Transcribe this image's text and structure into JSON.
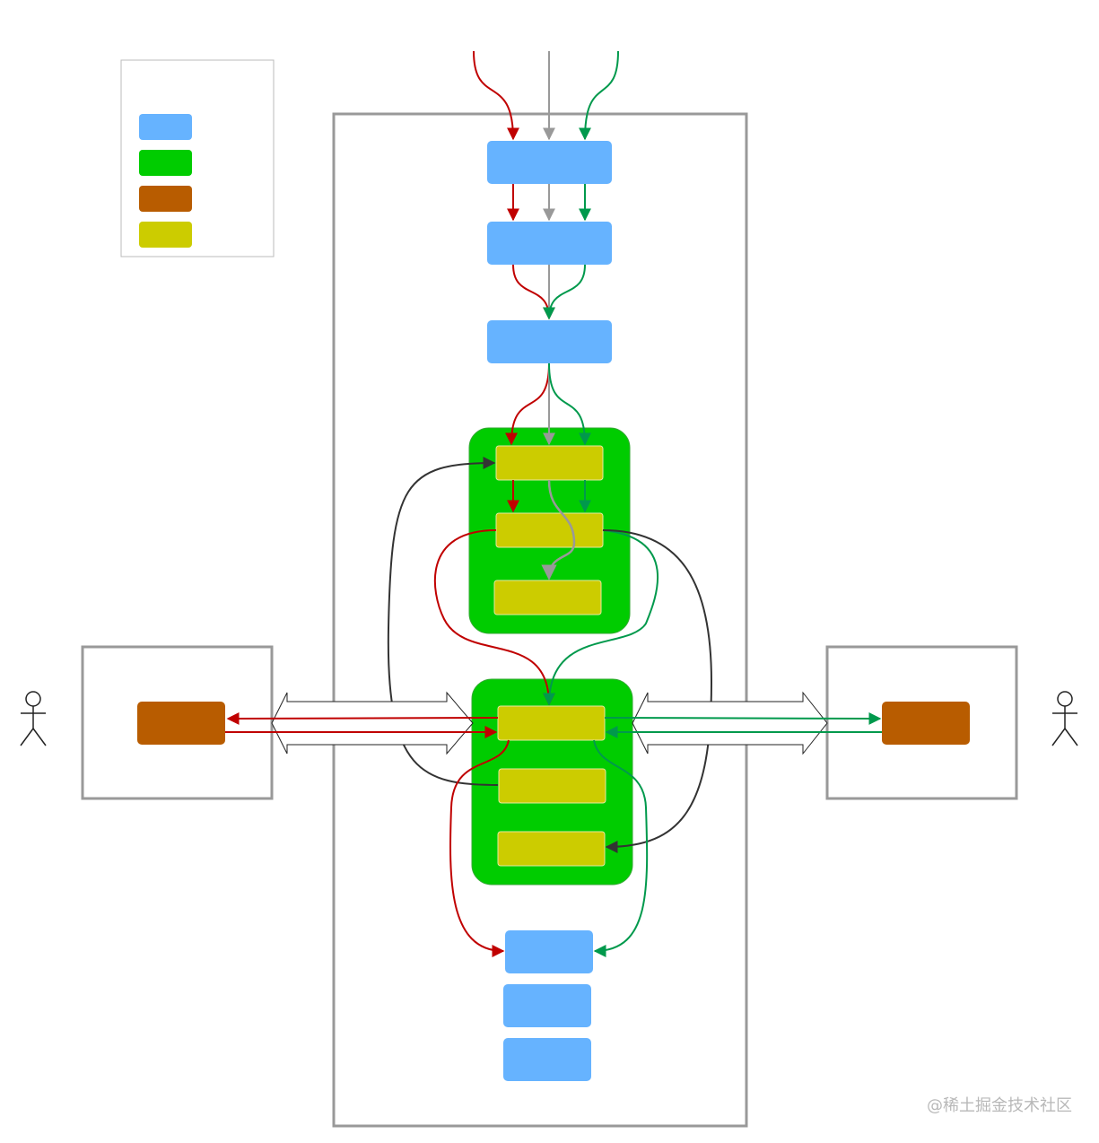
{
  "colors": {
    "frame": "#999999",
    "blue": "#66b3ff",
    "green": "#00cc00",
    "brown": "#b85c00",
    "yellow": "#cccc00",
    "red": "#c00000",
    "gray": "#999999",
    "teal": "#00994c",
    "dark": "#333333"
  },
  "legend": {
    "items": [
      {
        "icon": "blue-swatch",
        "color": "#66b3ff"
      },
      {
        "icon": "green-swatch",
        "color": "#00cc00"
      },
      {
        "icon": "brown-swatch",
        "color": "#b85c00"
      },
      {
        "icon": "yellow-swatch",
        "color": "#cccc00"
      }
    ]
  },
  "actors": {
    "left": {
      "icon": "person-icon"
    },
    "right": {
      "icon": "person-icon"
    }
  },
  "watermark": "@稀土掘金技术社区"
}
